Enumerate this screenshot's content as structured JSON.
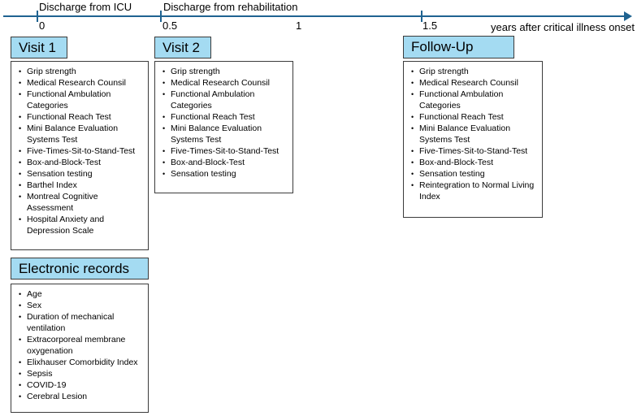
{
  "figure": {
    "timeline": {
      "events": [
        {
          "label": "Discharge from ICU"
        },
        {
          "label": "Discharge from rehabilitation"
        }
      ],
      "tick_labels": [
        "0",
        "0.5",
        "1",
        "1.5"
      ],
      "axis_caption": "years after critical illness onset"
    },
    "panels": {
      "visit1": {
        "title": "Visit 1",
        "items": [
          "Grip strength",
          "Medical Research Counsil",
          "Functional Ambulation Categories",
          "Functional Reach Test",
          "Mini Balance Evaluation Systems Test",
          "Five-Times-Sit-to-Stand-Test",
          "Box-and-Block-Test",
          "Sensation testing",
          "Barthel Index",
          "Montreal Cognitive Assessment",
          "Hospital Anxiety and Depression Scale"
        ]
      },
      "visit2": {
        "title": "Visit 2",
        "items": [
          "Grip strength",
          "Medical Research Counsil",
          "Functional Ambulation Categories",
          "Functional Reach Test",
          "Mini Balance Evaluation Systems Test",
          "Five-Times-Sit-to-Stand-Test",
          "Box-and-Block-Test",
          "Sensation testing"
        ]
      },
      "followup": {
        "title": "Follow-Up",
        "items": [
          "Grip strength",
          "Medical Research Counsil",
          "Functional Ambulation Categories",
          "Functional Reach Test",
          "Mini Balance Evaluation Systems Test",
          "Five-Times-Sit-to-Stand-Test",
          "Box-and-Block-Test",
          "Sensation testing",
          "Reintegration to Normal Living Index"
        ]
      },
      "records": {
        "title": "Electronic records",
        "items": [
          "Age",
          "Sex",
          "Duration of mechanical ventilation",
          "Extracorporeal membrane oxygenation",
          "Elixhauser Comorbidity Index",
          "Sepsis",
          "COVID-19",
          "Cerebral Lesion"
        ]
      }
    },
    "colors": {
      "timeline": "#1F6391",
      "header_fill": "#A4DBF2",
      "box_border": "#3B3B3B"
    }
  }
}
